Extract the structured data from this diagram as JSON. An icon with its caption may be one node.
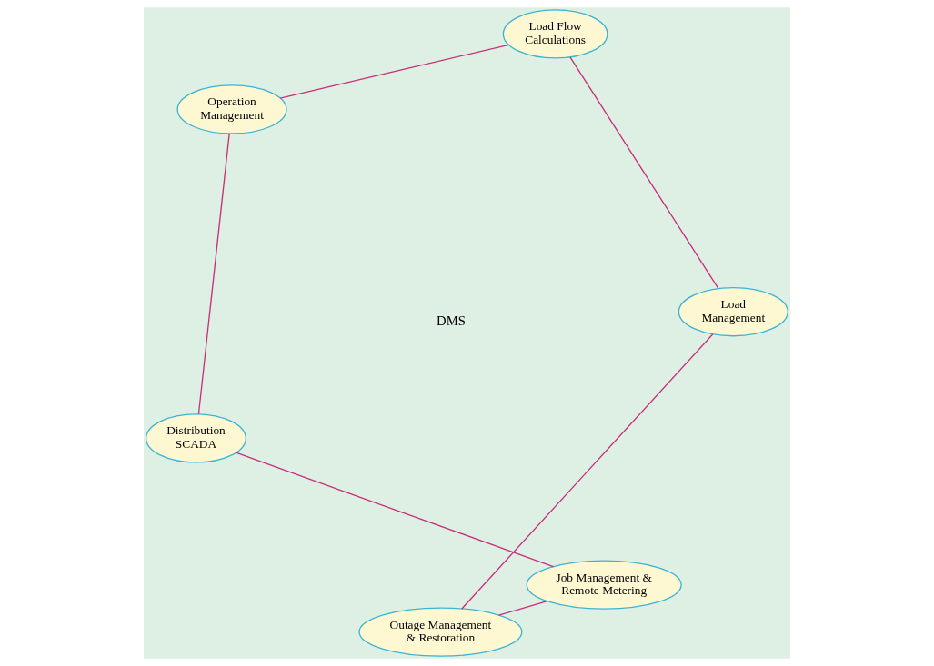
{
  "diagram": {
    "nodes": [
      {
        "text": [
          "Distribution SCADA"
        ]
      },
      {
        "text": [
          "Job Management & Remote Metering"
        ]
      },
      {
        "text": [
          "Outage Management & Restoration"
        ]
      },
      {
        "text": [
          "Load Management"
        ]
      },
      {
        "text": [
          "Load Flow Calculations"
        ]
      },
      {
        "text": [
          "Operation Management"
        ]
      }
    ],
    "edges": [
      {
        "from": 0,
        "to": 1,
        "arrow": "none"
      },
      {
        "from": 1,
        "to": 2,
        "arrow": "none"
      },
      {
        "from": 2,
        "to": 3,
        "arrow": "none"
      },
      {
        "from": 3,
        "to": 4,
        "arrow": "none"
      },
      {
        "from": 4,
        "to": 5,
        "arrow": "none"
      },
      {
        "from": 5,
        "to": 0,
        "arrow": "none"
      }
    ],
    "labels": [
      "DMS"
    ]
  }
}
